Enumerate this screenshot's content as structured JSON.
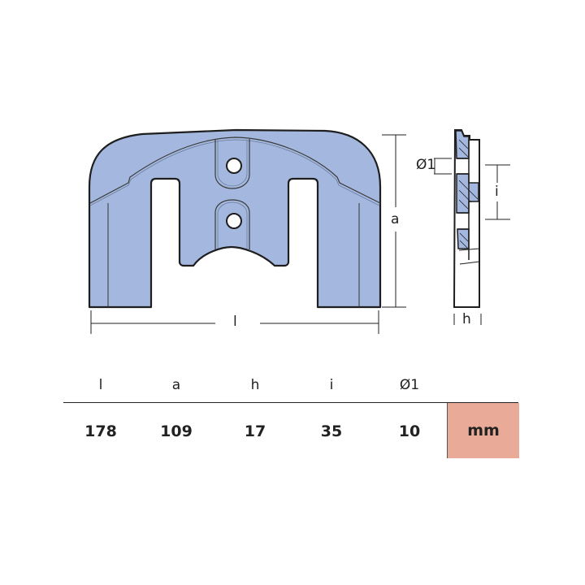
{
  "drawing": {
    "front_view": {
      "dimension_labels": {
        "width": "l",
        "height": "a"
      }
    },
    "side_view": {
      "dimension_labels": {
        "hole_diameter": "Ø1",
        "hole_spacing": "i",
        "thickness": "h"
      }
    },
    "colors": {
      "part_fill": "#a4b8df",
      "outline": "#1e1e1e",
      "unit_cell": "#e9ab98"
    }
  },
  "table": {
    "headers": [
      "l",
      "a",
      "h",
      "i",
      "Ø1"
    ],
    "values": [
      "178",
      "109",
      "17",
      "35",
      "10"
    ],
    "unit": "mm"
  }
}
